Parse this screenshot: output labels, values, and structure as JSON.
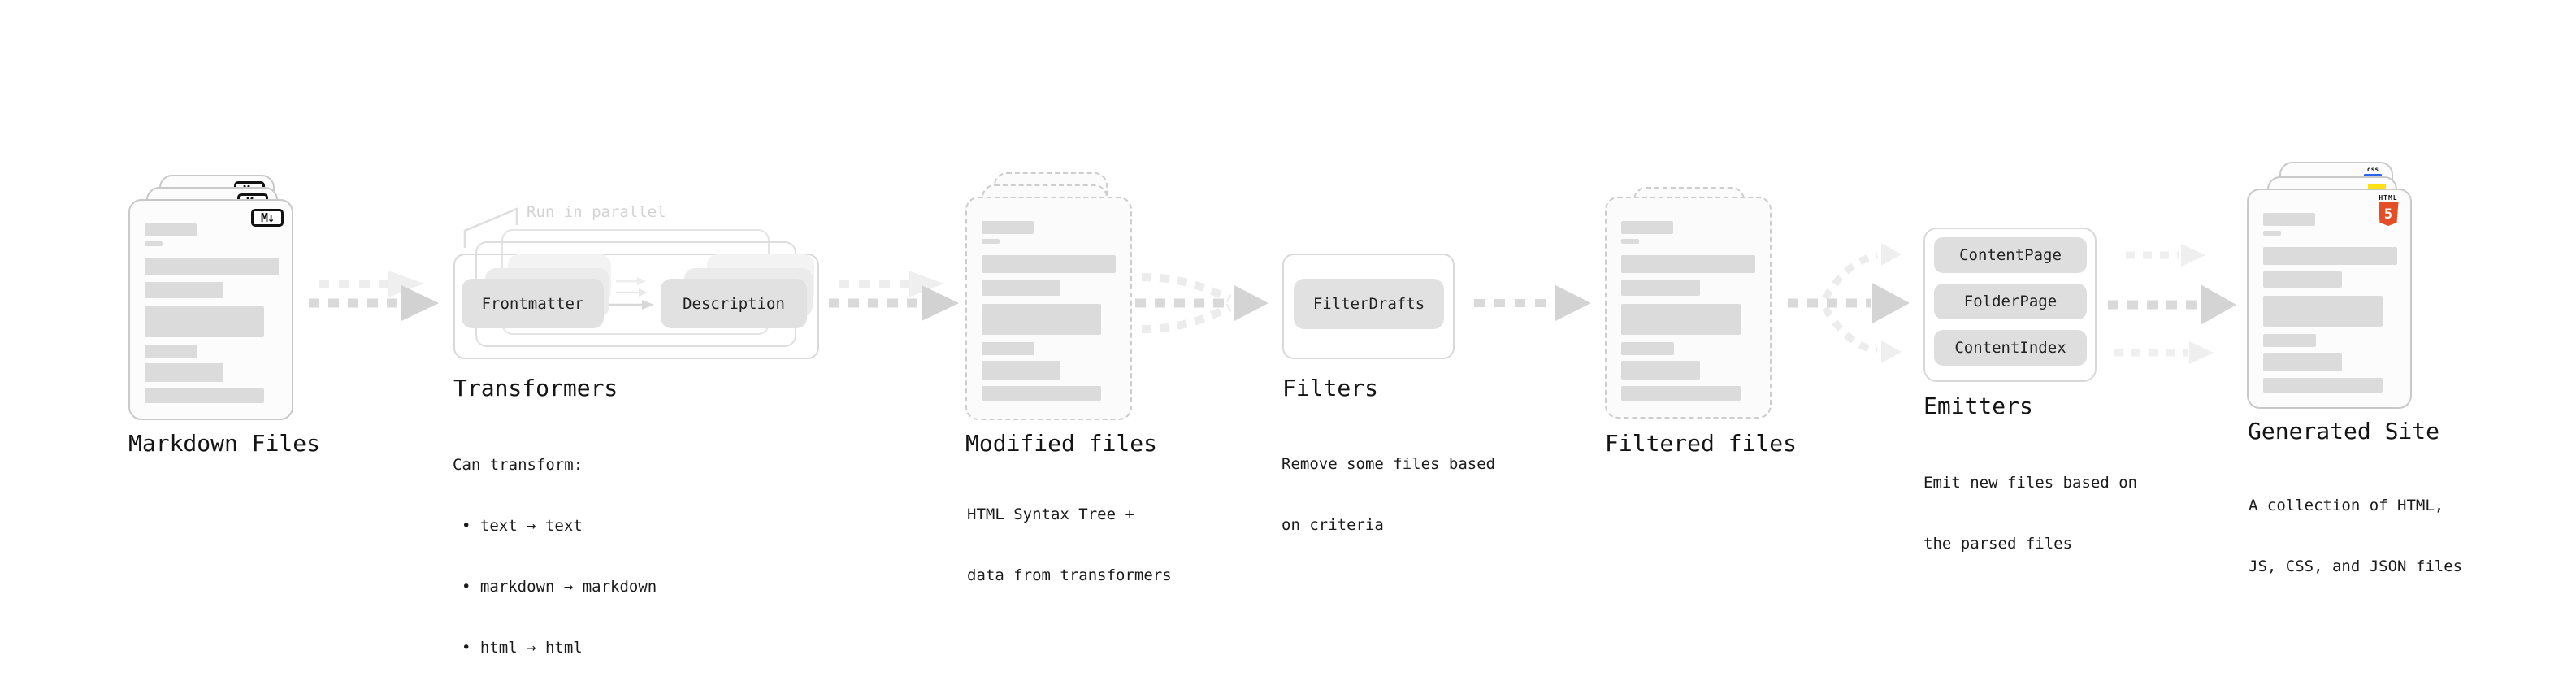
{
  "stages": [
    {
      "id": "markdown-files",
      "label": "Markdown Files",
      "icon": "markdown-icon"
    },
    {
      "id": "transformers",
      "label": "Transformers",
      "note": "Run in parallel",
      "chips": [
        "Frontmatter",
        "Description"
      ],
      "sublabel": [
        "Can transform:"
      ],
      "bullets": [
        "• text → text",
        "• markdown → markdown",
        "• html → html"
      ]
    },
    {
      "id": "modified-files",
      "label": "Modified files",
      "sublabel": [
        "HTML Syntax Tree +",
        "data from transformers"
      ]
    },
    {
      "id": "filters",
      "label": "Filters",
      "chips": [
        "FilterDrafts"
      ],
      "sublabel": [
        "Remove some files based",
        "on criteria"
      ]
    },
    {
      "id": "filtered-files",
      "label": "Filtered files"
    },
    {
      "id": "emitters",
      "label": "Emitters",
      "chips": [
        "ContentPage",
        "FolderPage",
        "ContentIndex"
      ],
      "sublabel": [
        "Emit new files based on",
        "the parsed files"
      ]
    },
    {
      "id": "generated-site",
      "label": "Generated Site",
      "sublabel": [
        "A collection of HTML,",
        "JS, CSS, and JSON files"
      ]
    }
  ],
  "icons": {
    "markdown_glyph": "M↓",
    "html5_word": "HTML",
    "html5_glyph": "5",
    "css_label": "css"
  },
  "connections": [
    {
      "from": "Markdown Files",
      "to": "Transformers",
      "style": "double-dashed-arrow"
    },
    {
      "from": "Transformers",
      "to": "Modified files",
      "style": "double-dashed-arrow"
    },
    {
      "from": "Modified files",
      "to": "Filters",
      "style": "merge-3-to-1-dashed-arrow"
    },
    {
      "from": "Filters",
      "to": "Filtered files",
      "style": "dashed-arrow"
    },
    {
      "from": "Filtered files",
      "to": "Emitters",
      "style": "fork-1-to-3-dashed-arrow"
    },
    {
      "from": "Emitters",
      "to": "Generated Site",
      "style": "triple-dashed-arrow"
    }
  ],
  "colors": {
    "html5_orange": "#e44d26",
    "js_yellow": "#ffe014",
    "css_blue": "#2b63f0",
    "chip_gray": "#e1e1e1",
    "arrow_gray": "#d9d9d9",
    "note_gray": "#d3d3d3",
    "doc_border": "#c9c9c9",
    "bar_gray": "#dbdbdb"
  }
}
